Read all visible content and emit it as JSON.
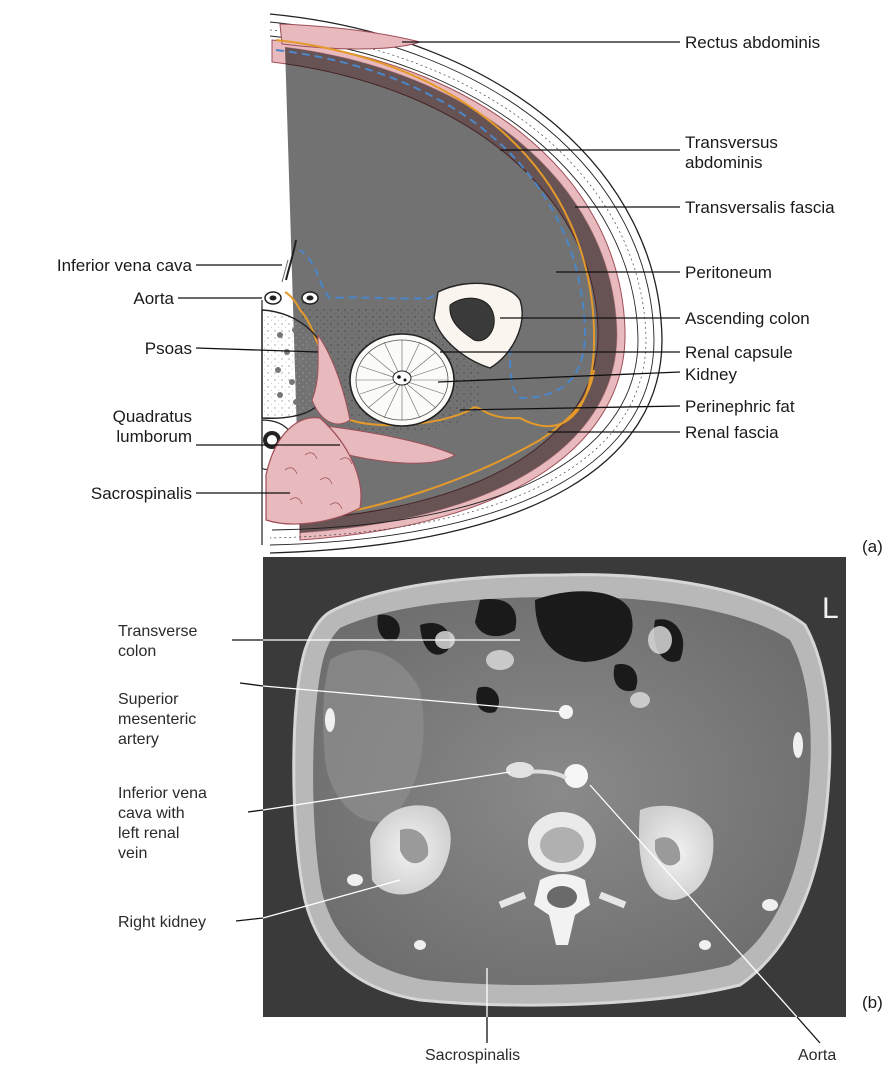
{
  "panel_a": {
    "tag": "(a)",
    "labels": {
      "rectus_abdominis": "Rectus abdominis",
      "transversus_1": "Transversus",
      "transversus_2": "abdominis",
      "transversalis_fascia": "Transversalis fascia",
      "peritoneum": "Peritoneum",
      "ascending_colon": "Ascending colon",
      "renal_capsule": "Renal capsule",
      "kidney": "Kidney",
      "perinephric_fat": "Perinephric fat",
      "renal_fascia": "Renal fascia",
      "inferior_vena_cava": "Inferior vena cava",
      "aorta": "Aorta",
      "psoas": "Psoas",
      "quadratus_1": "Quadratus",
      "quadratus_2": "lumborum",
      "sacrospinalis": "Sacrospinalis"
    },
    "colors": {
      "muscle": "#e8b9bd",
      "muscle_stroke": "#9e4f58",
      "fascia_orange": "#e39a2b",
      "peritoneum_blue": "#4a86c8",
      "fat": "#f3f1ea"
    }
  },
  "panel_b": {
    "tag": "(b)",
    "corner_mark": "L",
    "labels": {
      "transverse_1": "Transverse",
      "transverse_2": "colon",
      "sma_1": "Superior",
      "sma_2": "mesenteric",
      "sma_3": "artery",
      "ivc_1": "Inferior vena",
      "ivc_2": "cava with",
      "ivc_3": "left renal",
      "ivc_4": "vein",
      "right_kidney": "Right kidney",
      "sacrospinalis": "Sacrospinalis",
      "aorta": "Aorta"
    }
  }
}
